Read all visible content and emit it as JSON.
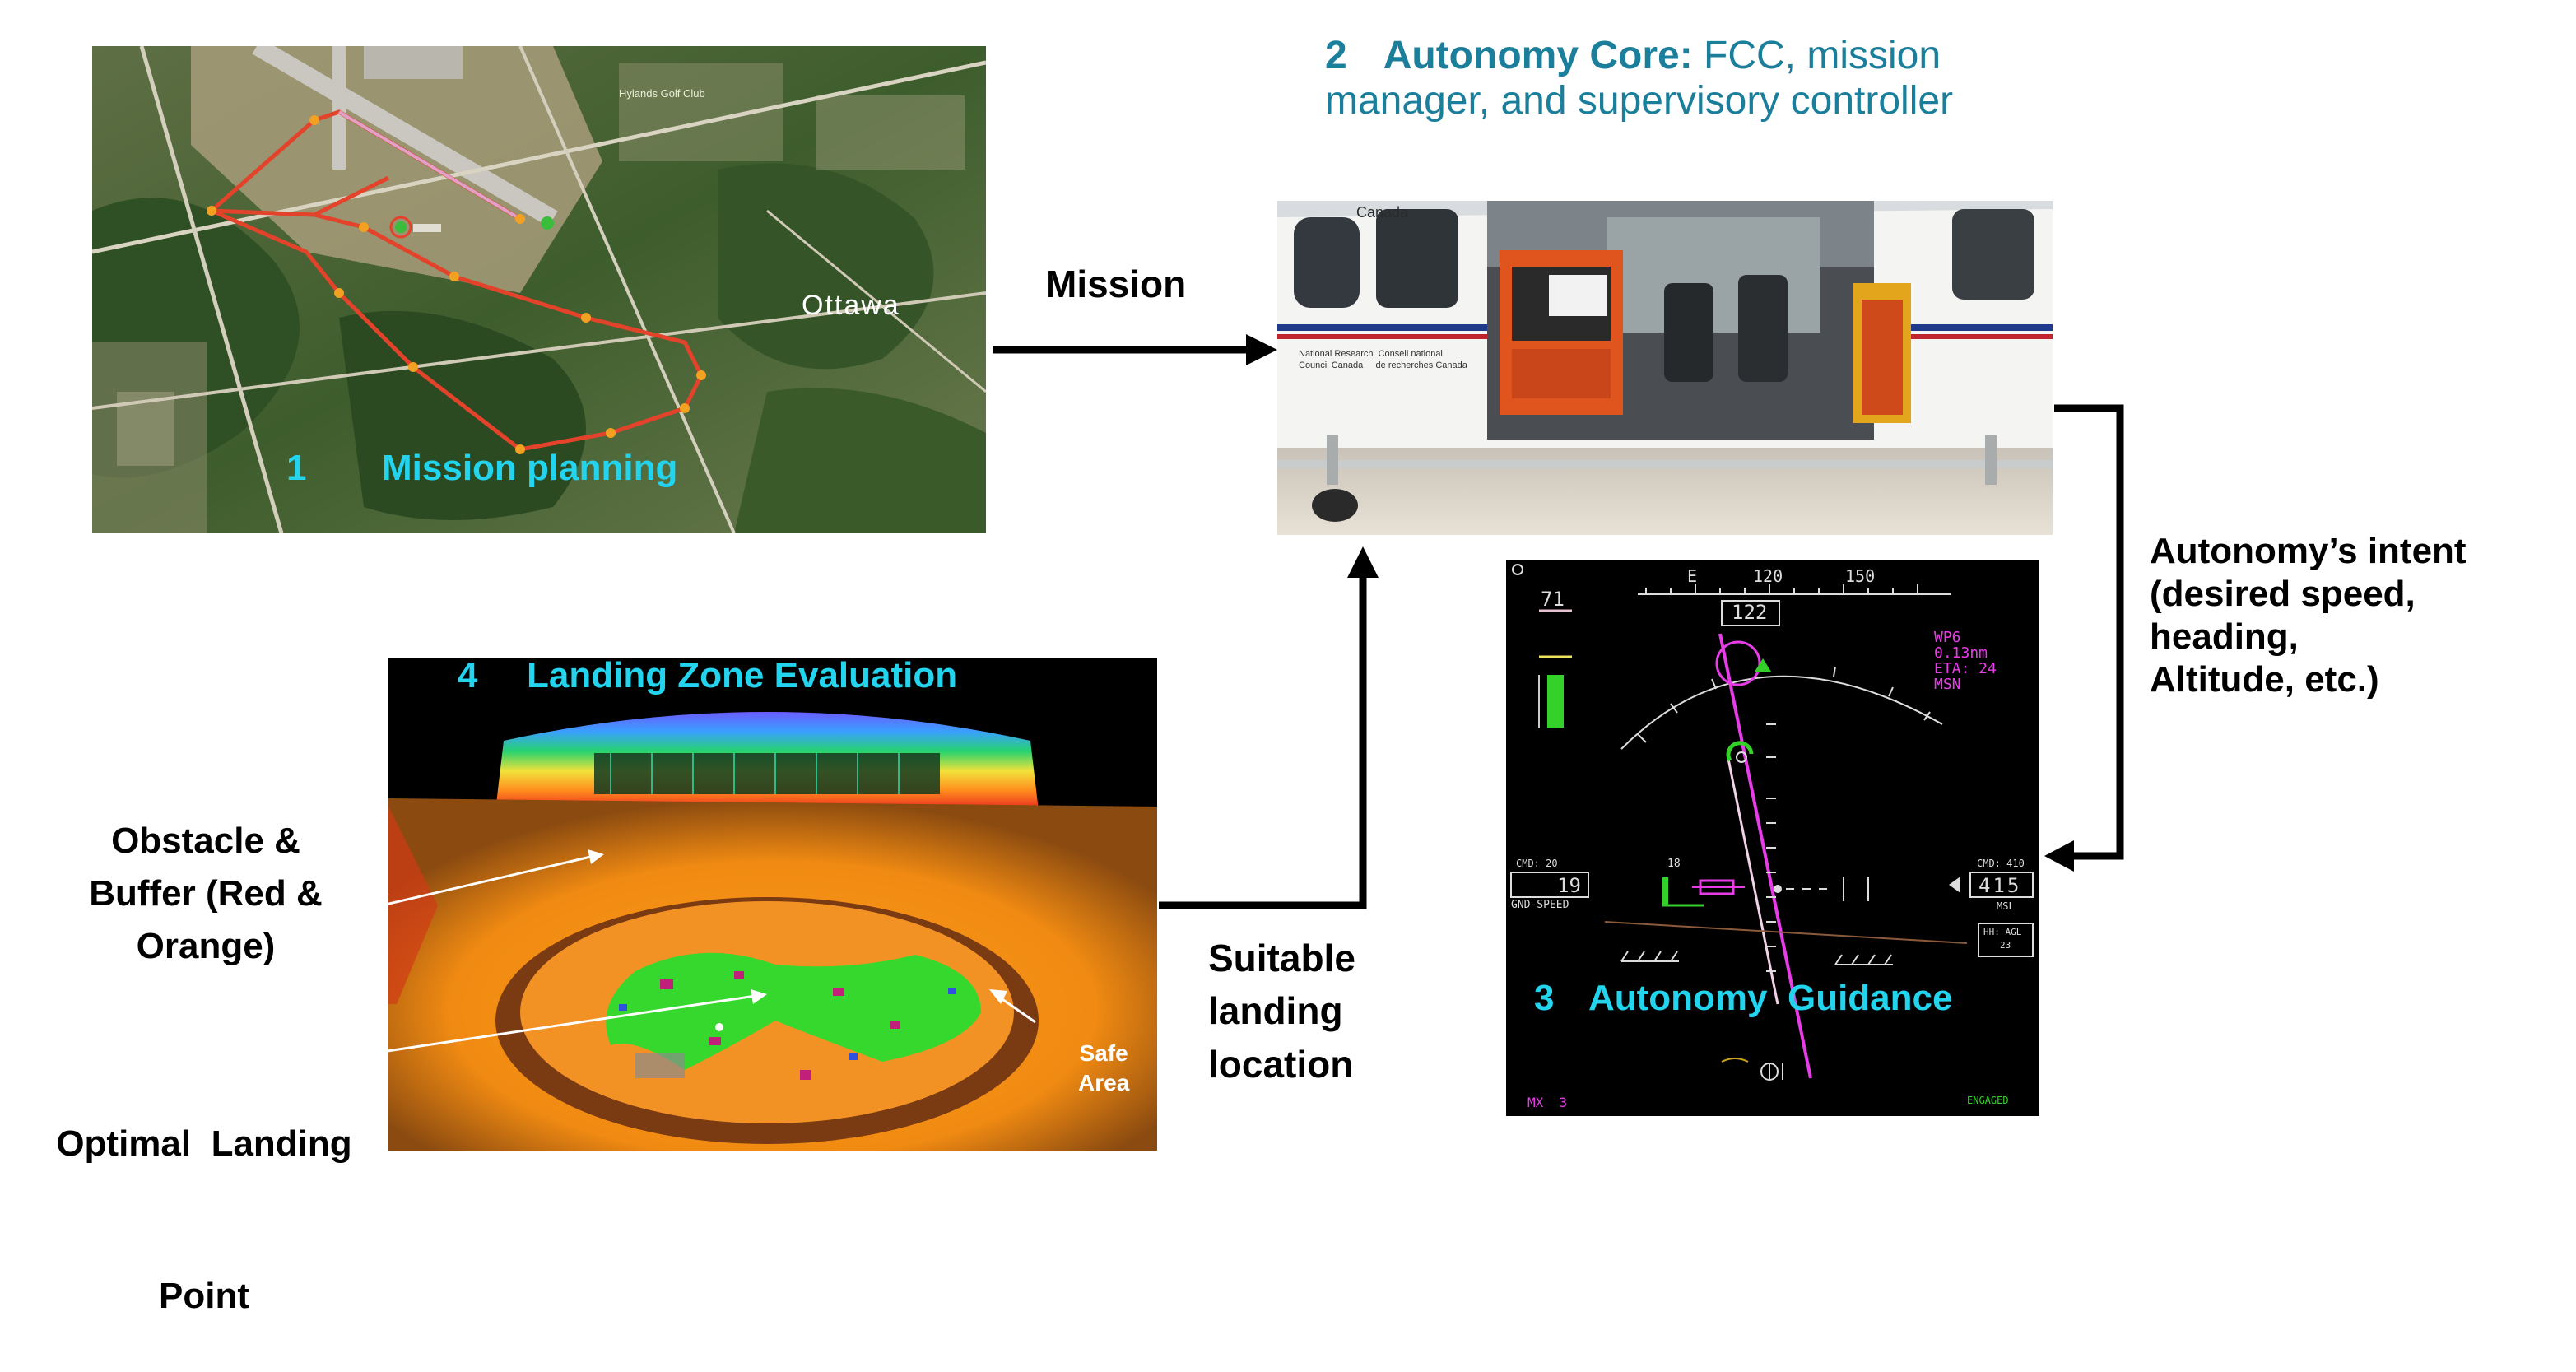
{
  "mission_planning": {
    "city_label": "Ottawa",
    "golf_label": "Hylands Golf Club",
    "number": "1",
    "title": "Mission planning"
  },
  "autonomy_core": {
    "number": "2",
    "title_bold": "Autonomy Core:",
    "title_rest": " FCC, mission",
    "line2": "manager, and supervisory controller",
    "heli_text_1": "Canada",
    "heli_text_2": "National Research  Conseil national",
    "heli_text_3": "Council Canada     de recherches Canada"
  },
  "autonomy_guidance": {
    "number": "3",
    "title": "Autonomy  Guidance",
    "heading_box": "122",
    "tape_E": "E",
    "tape_120": "120",
    "tape_150": "150",
    "speed_value": "71",
    "waypoint": "WP6",
    "distance": "0.13nm",
    "eta": "ETA: 24",
    "mode": "MSN",
    "cmd_speed": "CMD: 20",
    "gnd_speed_value": "19",
    "gnd_speed_label": "GND-SPEED",
    "cmd_alt": "CMD: 410",
    "alt_value": "415",
    "alt_label": "MSL",
    "hh_label": "HH: AGL",
    "hh_value": "23",
    "small_18": "18",
    "mx": "MX  3",
    "engaged": "ENGAGED"
  },
  "landing_zone": {
    "number": "4",
    "title": "Landing Zone Evaluation",
    "safe_area_1": "Safe",
    "safe_area_2": "Area"
  },
  "labels": {
    "mission": "Mission",
    "intent_lines": [
      "Autonomy’s  intent",
      "(desired speed,",
      "heading,",
      "Altitude, etc.)"
    ],
    "suitable_lines": [
      "Suitable",
      "landing",
      "location"
    ],
    "obstacle_lines": [
      "Obstacle &",
      "Buffer (Red &",
      "Orange)"
    ],
    "optimal_lines": [
      "Optimal  Landing",
      "Point"
    ]
  },
  "colors": {
    "title_cyan": "#22d4ee",
    "core_title": "#1b7f9c",
    "hud_magenta": "#e83ce8",
    "hud_green": "#35d12b",
    "arrow": "#000000"
  }
}
